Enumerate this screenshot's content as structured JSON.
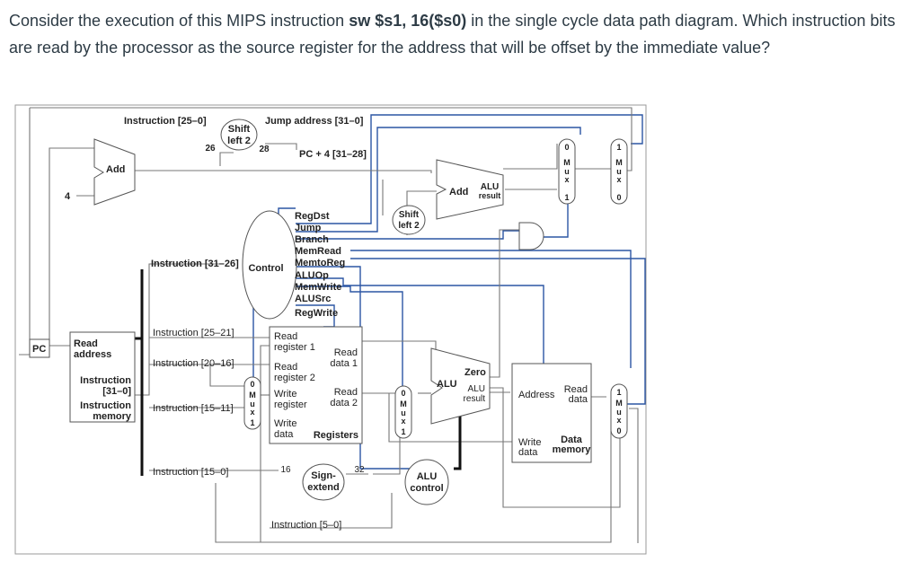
{
  "question": {
    "part1": "Consider the execution of this MIPS instruction ",
    "instruction": "sw $s1, 16($s0)",
    "part2": " in the single cycle data path diagram. Which instruction bits are read by the processor as the source register for the address that will be offset by the immediate value?"
  },
  "diagram": {
    "instr_25_0": "Instruction [25–0]",
    "shift_left_2": [
      "Shift",
      "left 2"
    ],
    "shift_26": "26",
    "shift_28": "28",
    "jump_address": "Jump address [31–0]",
    "pc_plus4": "PC + 4 [31–28]",
    "add": "Add",
    "four": "4",
    "alu_add": "Add",
    "alu_label": "ALU",
    "alu_result": "result",
    "branch_shift": [
      "Shift",
      "left 2"
    ],
    "control_signals": [
      "RegDst",
      "Jump",
      "Branch",
      "MemRead",
      "MemtoReg",
      "ALUOp",
      "MemWrite",
      "ALUSrc",
      "RegWrite"
    ],
    "instr_31_26": "Instruction [31–26]",
    "control": "Control",
    "pc": "PC",
    "read_address": [
      "Read",
      "address"
    ],
    "instruction_31_0": [
      "Instruction",
      "[31–0]"
    ],
    "instruction_memory": [
      "Instruction",
      "memory"
    ],
    "instr_25_21": "Instruction [25–21]",
    "instr_20_16": "Instruction [20–16]",
    "instr_15_11": "Instruction [15–11]",
    "instr_15_0": "Instruction [15–0]",
    "instr_5_0": "Instruction [5–0]",
    "reg_read_register1": [
      "Read",
      "register 1"
    ],
    "reg_read_data1": [
      "Read",
      "data 1"
    ],
    "reg_read_register2": [
      "Read",
      "register 2"
    ],
    "reg_write_register": [
      "Write",
      "register"
    ],
    "reg_read_data2": [
      "Read",
      "data 2"
    ],
    "reg_write_data": [
      "Write",
      "data"
    ],
    "registers": "Registers",
    "sign_extend": [
      "Sign-",
      "extend"
    ],
    "sign_16": "16",
    "sign_32": "32",
    "zero": "Zero",
    "main_alu": "ALU",
    "alu_result_main": [
      "ALU",
      "result"
    ],
    "alu_control": [
      "ALU",
      "control"
    ],
    "dm_address": "Address",
    "dm_read_data": [
      "Read",
      "data"
    ],
    "dm_write_data": [
      "Write",
      "data"
    ],
    "data_memory": [
      "Data",
      "memory"
    ],
    "mux_letters": [
      "M",
      "u",
      "x"
    ],
    "mux_zero": "0",
    "mux_one": "1"
  }
}
